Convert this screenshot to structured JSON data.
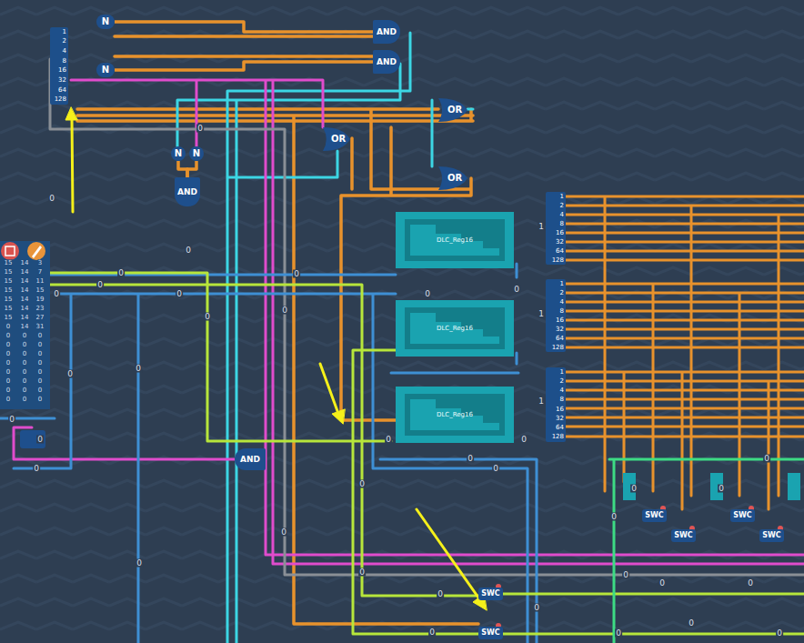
{
  "diagram": {
    "nodes": [
      {
        "text": [
          "1",
          "2",
          "4",
          "8",
          "16",
          "32",
          "64",
          "128"
        ]
      },
      {
        "text": [
          "N"
        ]
      },
      {
        "text": [
          "N"
        ]
      },
      {
        "text": [
          "AND"
        ]
      },
      {
        "text": [
          "AND"
        ]
      },
      {
        "text": [
          "OR"
        ]
      },
      {
        "text": [
          "N"
        ]
      },
      {
        "text": [
          "N"
        ]
      },
      {
        "text": [
          "AND"
        ]
      },
      {
        "text": [
          "OR"
        ]
      },
      {
        "text": [
          "OR"
        ]
      },
      {
        "text": [
          "DLC_Reg16"
        ]
      },
      {
        "text": [
          "DLC_Reg16"
        ]
      },
      {
        "text": [
          "DLC_Reg16"
        ]
      },
      {
        "text": [
          "1",
          "2",
          "4",
          "8",
          "16",
          "32",
          "64",
          "128"
        ]
      },
      {
        "text": [
          "1",
          "2",
          "4",
          "8",
          "16",
          "32",
          "64",
          "128"
        ]
      },
      {
        "text": [
          "1",
          "2",
          "4",
          "8",
          "16",
          "32",
          "64",
          "128"
        ]
      },
      {
        "text": [
          "AND"
        ]
      },
      {
        "text": [
          "SWC"
        ]
      },
      {
        "text": [
          "SWC"
        ]
      },
      {
        "text": [
          "SWC"
        ]
      },
      {
        "text": [
          "SWC"
        ]
      },
      {
        "text": [
          "SWC"
        ]
      },
      {
        "text": [
          "SWC"
        ]
      }
    ],
    "edges": [
      {
        "from": 1,
        "to": 3,
        "arrow": "none"
      },
      {
        "from": 2,
        "to": 4,
        "arrow": "none"
      },
      {
        "from": 6,
        "to": 8,
        "arrow": "none"
      },
      {
        "from": 7,
        "to": 8,
        "arrow": "none"
      }
    ],
    "labels": [
      "15",
      "14",
      "3",
      "15",
      "14",
      "7",
      "15",
      "14",
      "11",
      "15",
      "14",
      "15",
      "15",
      "14",
      "19",
      "15",
      "14",
      "23",
      "15",
      "14",
      "27",
      "0",
      "14",
      "31",
      "0",
      "0",
      "0",
      "0",
      "0",
      "0",
      "0",
      "0",
      "0",
      "0",
      "0",
      "0",
      "0",
      "0",
      "0",
      "0",
      "0",
      "0",
      "0",
      "0",
      "0",
      "0",
      "0",
      "0",
      "0",
      "0",
      "0",
      "0",
      "0",
      "0",
      "0",
      "0",
      "0",
      "0",
      "0",
      "0",
      "0",
      "0",
      "0",
      "0",
      "0",
      "0",
      "0",
      "0",
      "0",
      "0",
      "0",
      "0",
      "0",
      "0",
      "0",
      "0",
      "0",
      "0",
      "0",
      "0",
      "0",
      "0",
      "0",
      "0",
      "0",
      "0",
      "1",
      "1",
      "1"
    ]
  }
}
